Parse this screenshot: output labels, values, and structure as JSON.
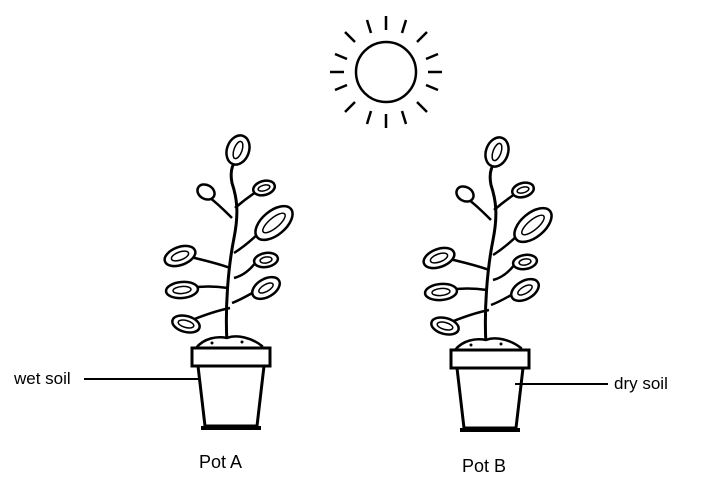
{
  "labels": {
    "wet_soil": "wet soil",
    "dry_soil": "dry soil",
    "pot_a": "Pot A",
    "pot_b": "Pot B"
  },
  "icons": {
    "sun": "sun-icon",
    "plant": "potted-plant-icon"
  },
  "colors": {
    "ink": "#000000",
    "background": "#ffffff"
  }
}
